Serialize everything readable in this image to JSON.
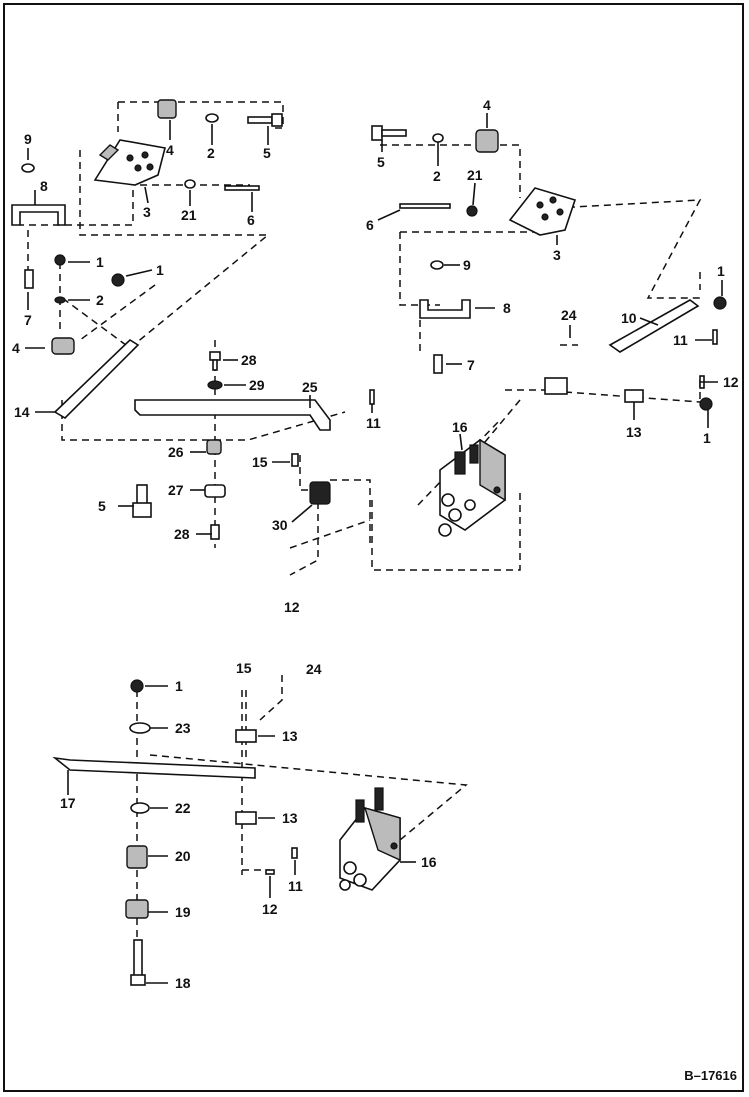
{
  "diagram": {
    "doc_id": "B–17616",
    "callouts": {
      "upper_left": [
        "9",
        "8",
        "7",
        "1",
        "1",
        "2",
        "4",
        "14",
        "4",
        "2",
        "5",
        "3",
        "21",
        "6",
        "5",
        "28",
        "29",
        "25",
        "11",
        "26",
        "27",
        "28",
        "15",
        "30"
      ],
      "upper_right": [
        "4",
        "5",
        "2",
        "21",
        "6",
        "3",
        "9",
        "8",
        "7",
        "1",
        "10",
        "11",
        "24",
        "12",
        "13",
        "1",
        "16",
        "12"
      ],
      "bottom": [
        "15",
        "24",
        "1",
        "23",
        "13",
        "17",
        "22",
        "13",
        "20",
        "11",
        "19",
        "12",
        "18",
        "16"
      ]
    }
  }
}
